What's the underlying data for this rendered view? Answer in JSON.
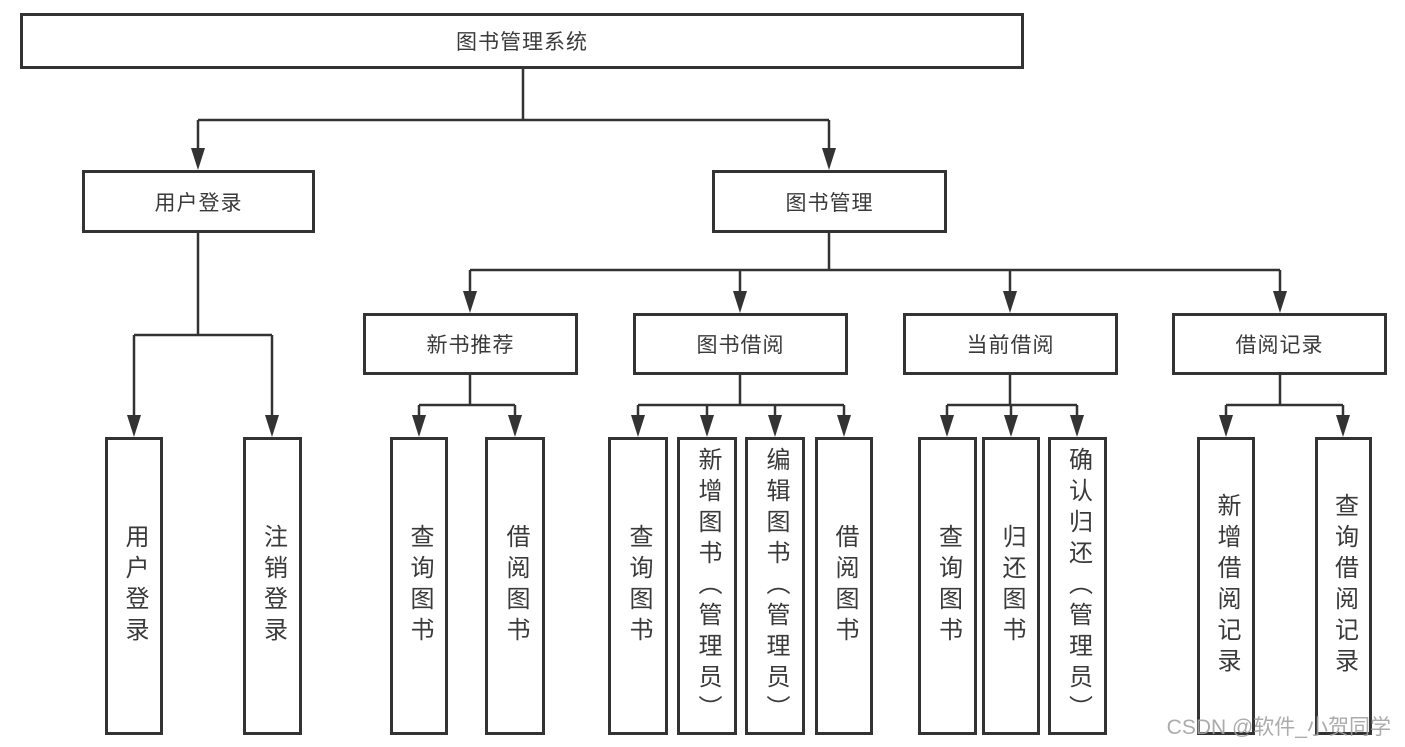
{
  "diagram_type": "hierarchy-tree",
  "nodes": {
    "root": "图书管理系统",
    "user_login": "用户登录",
    "book_management": "图书管理",
    "new_book_recommend": "新书推荐",
    "book_borrow": "图书借阅",
    "current_borrow": "当前借阅",
    "borrow_record": "借阅记录",
    "leaf_user_login": "用户登录",
    "leaf_logout": "注销登录",
    "leaf_rec_query_book": "查询图书",
    "leaf_rec_borrow_book": "借阅图书",
    "leaf_bb_query_book": "查询图书",
    "leaf_bb_add_book": "新增图书（管理员）",
    "leaf_bb_edit_book": "编辑图书（管理员）",
    "leaf_bb_borrow_book": "借阅图书",
    "leaf_cb_query_book": "查询图书",
    "leaf_cb_return_book": "归还图书",
    "leaf_cb_confirm_return": "确认归还（管理员）",
    "leaf_br_add_record": "新增借阅记录",
    "leaf_br_query_record": "查询借阅记录"
  },
  "line_color": "#333333",
  "watermark": "CSDN @软件_小贺同学"
}
